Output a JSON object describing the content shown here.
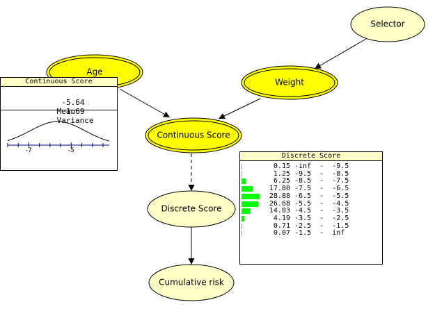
{
  "nodes": {
    "selector": "Selector",
    "age": "Age",
    "weight": "Weight",
    "continuous_score": "Continuous Score",
    "discrete_score": "Discrete Score",
    "cumulative_risk": "Cumulative risk"
  },
  "continuous_monitor": {
    "title": "Continuous Score",
    "mean_value": "-5.64",
    "mean_label": "Mean",
    "variance_value": "1.69",
    "variance_label": "Variance",
    "tick_labels": [
      "-7",
      "-5"
    ],
    "mean": -5.64,
    "variance": 1.69
  },
  "discrete_monitor": {
    "title": "Discrete Score",
    "rows": [
      {
        "pct": "0.15",
        "state": "-inf  -  -9.5",
        "value": 0.15
      },
      {
        "pct": "1.25",
        "state": "-9.5  -  -8.5",
        "value": 1.25
      },
      {
        "pct": "6.25",
        "state": "-8.5  -  -7.5",
        "value": 6.25
      },
      {
        "pct": "17.80",
        "state": "-7.5  -  -6.5",
        "value": 17.8
      },
      {
        "pct": "28.88",
        "state": "-6.5  -  -5.5",
        "value": 28.88
      },
      {
        "pct": "26.68",
        "state": "-5.5  -  -4.5",
        "value": 26.68
      },
      {
        "pct": "14.03",
        "state": "-4.5  -  -3.5",
        "value": 14.03
      },
      {
        "pct": "4.19",
        "state": "-3.5  -  -2.5",
        "value": 4.19
      },
      {
        "pct": "0.71",
        "state": "-2.5  -  -1.5",
        "value": 0.71
      },
      {
        "pct": "0.07",
        "state": "-1.5  -  inf",
        "value": 0.07
      }
    ]
  },
  "colors": {
    "instantiated_fill": "#ffff00",
    "node_fill": "#ffffc8",
    "bar": "#00ff00",
    "axis": "#000080"
  }
}
